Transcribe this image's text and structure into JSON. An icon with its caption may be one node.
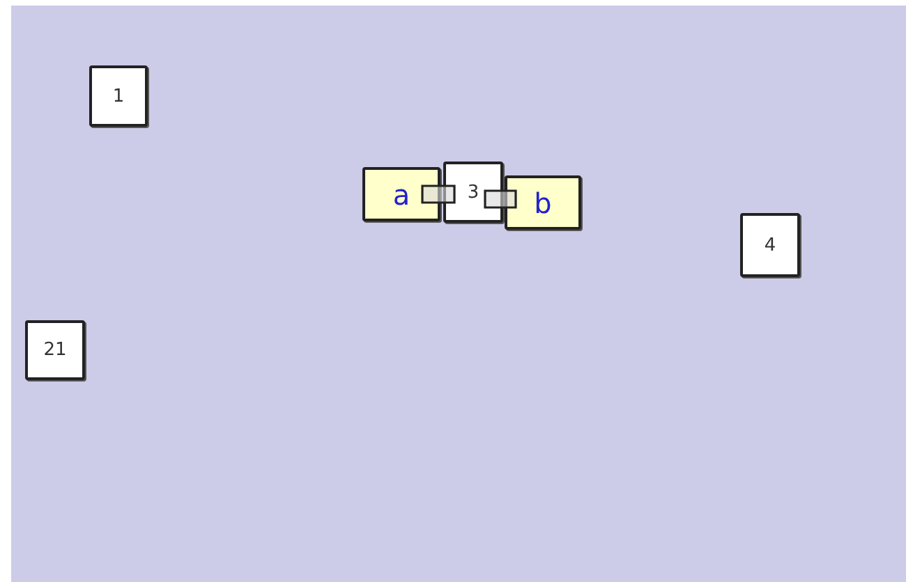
{
  "diagram": {
    "nodes": [
      {
        "text": [
          "1"
        ]
      },
      {
        "text": [
          "a"
        ]
      },
      {
        "text": [
          "3"
        ]
      },
      {
        "text": [
          "b"
        ]
      },
      {
        "text": [
          "4"
        ]
      },
      {
        "text": [
          "21"
        ]
      }
    ],
    "edges": [
      {
        "from": 1,
        "to": 2,
        "arrow": "none"
      },
      {
        "from": 2,
        "to": 3,
        "arrow": "none"
      }
    ]
  }
}
